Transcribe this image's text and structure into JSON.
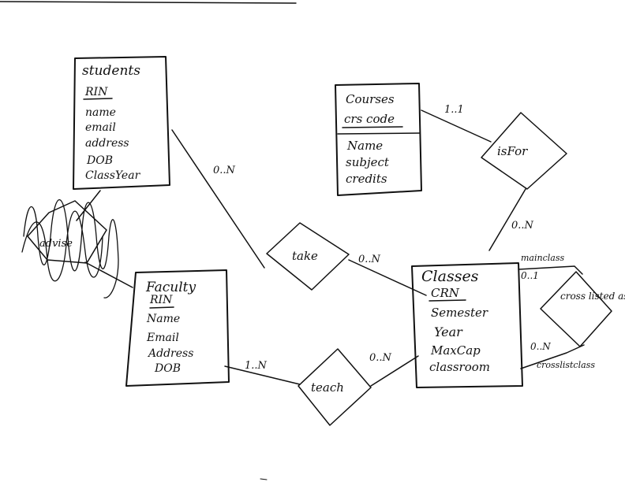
{
  "entities": {
    "students": {
      "title": "students",
      "attributes": [
        "RIN",
        "name",
        "email",
        "address",
        "DOB",
        "ClassYear"
      ]
    },
    "courses": {
      "title": "Courses",
      "attributes": [
        "crs code",
        "Name",
        "subject",
        "credits"
      ]
    },
    "faculty": {
      "title": "Faculty",
      "attributes": [
        "RIN",
        "Name",
        "Email",
        "Address",
        "DOB"
      ]
    },
    "classes": {
      "title": "Classes",
      "attributes": [
        "CRN",
        "Semester",
        "Year",
        "MaxCap",
        "classroom"
      ]
    }
  },
  "relationships": {
    "advise": {
      "label": "advise"
    },
    "take": {
      "label": "take"
    },
    "teach": {
      "label": "teach"
    },
    "isFor": {
      "label": "isFor"
    },
    "crossListed": {
      "label": "cross listed as"
    }
  },
  "cardinalities": {
    "students_take": "0..N",
    "take_classes": "0..N",
    "courses_isfor": "1..1",
    "isfor_classes": "0..N",
    "faculty_teach": "1..N",
    "teach_classes": "0..N",
    "crosslist_main": "0..1",
    "crosslist_cross": "0..N"
  },
  "role_labels": {
    "main": "mainclass",
    "cross": "crosslistclass"
  }
}
